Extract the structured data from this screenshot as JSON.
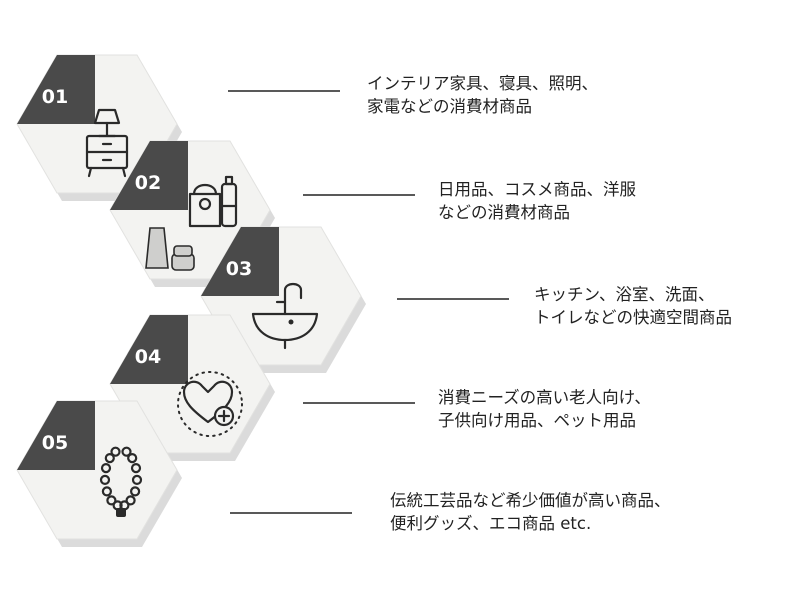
{
  "items": [
    {
      "number": "01",
      "icon": "nightstand-lamp-icon",
      "lines": [
        "インテリア家具、寝具、照明、",
        "家電などの消費材商品"
      ]
    },
    {
      "number": "02",
      "icon": "groceries-cosmetics-icon",
      "lines": [
        "日用品、コスメ商品、洋服",
        "などの消費材商品"
      ]
    },
    {
      "number": "03",
      "icon": "sink-faucet-icon",
      "lines": [
        "キッチン、浴室、洗面、",
        "トイレなどの快適空間商品"
      ]
    },
    {
      "number": "04",
      "icon": "heart-plus-icon",
      "lines": [
        "消費ニーズの高い老人向け、",
        "子供向け用品、ペット用品"
      ]
    },
    {
      "number": "05",
      "icon": "beaded-necklace-icon",
      "lines": [
        "伝統工芸品など希少価値が高い商品、",
        "便利グッズ、エコ商品 etc."
      ]
    }
  ],
  "colors": {
    "tab": "#4a4a4a",
    "hexagon": "#f3f3f1",
    "line": "#222222"
  }
}
